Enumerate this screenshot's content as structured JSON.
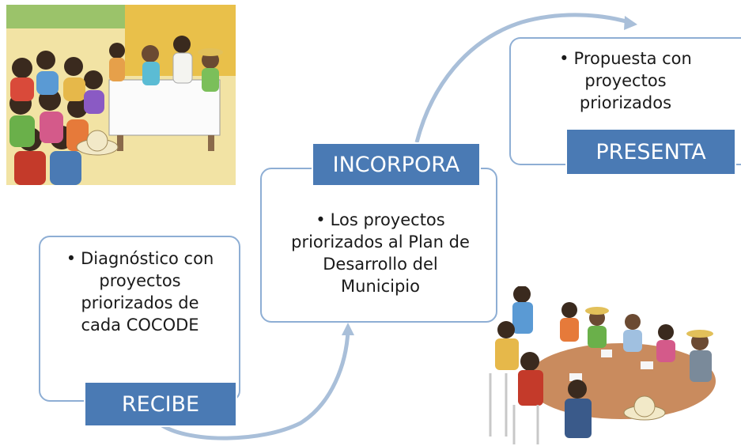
{
  "steps": {
    "recibe": {
      "label": "RECIBE",
      "lines": [
        "Diagnóstico con",
        "proyectos",
        "priorizados de",
        "cada COCODE"
      ]
    },
    "incorpora": {
      "label": "INCORPORA",
      "lines": [
        "Los proyectos",
        "priorizados al Plan de",
        "Desarrollo del",
        "Municipio"
      ]
    },
    "presenta": {
      "label": "PRESENTA",
      "lines": [
        "Propuesta con",
        "proyectos",
        "priorizados"
      ]
    }
  },
  "colors": {
    "label_fill": "#4a7ab4",
    "box_border": "#8eaed4",
    "arrow": "#a9bfd9"
  },
  "illustrations": [
    "assembly-meeting-illustration",
    "roundtable-meeting-illustration"
  ]
}
